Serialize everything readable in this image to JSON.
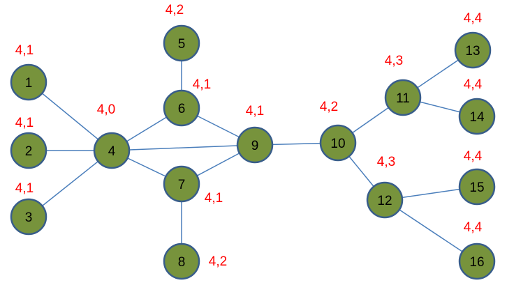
{
  "colors": {
    "node_fill": "#77933c",
    "node_stroke": "#385d8a",
    "edge": "#4a7ebb",
    "value_text": "#ff0000",
    "label_text": "#000000"
  },
  "graph": {
    "nodes": [
      {
        "id": "1",
        "label": "1",
        "value": "4,1"
      },
      {
        "id": "2",
        "label": "2",
        "value": "4,1"
      },
      {
        "id": "3",
        "label": "3",
        "value": "4,1"
      },
      {
        "id": "4",
        "label": "4",
        "value": "4,0"
      },
      {
        "id": "5",
        "label": "5",
        "value": "4,2"
      },
      {
        "id": "6",
        "label": "6",
        "value": "4,1"
      },
      {
        "id": "7",
        "label": "7",
        "value": "4,1"
      },
      {
        "id": "8",
        "label": "8",
        "value": "4,2"
      },
      {
        "id": "9",
        "label": "9",
        "value": "4,1"
      },
      {
        "id": "10",
        "label": "10",
        "value": "4,2"
      },
      {
        "id": "11",
        "label": "11",
        "value": "4,3"
      },
      {
        "id": "12",
        "label": "12",
        "value": "4,3"
      },
      {
        "id": "13",
        "label": "13",
        "value": "4,4"
      },
      {
        "id": "14",
        "label": "14",
        "value": "4,4"
      },
      {
        "id": "15",
        "label": "15",
        "value": "4,4"
      },
      {
        "id": "16",
        "label": "16",
        "value": "4,4"
      }
    ],
    "edges": [
      [
        "1",
        "4"
      ],
      [
        "2",
        "4"
      ],
      [
        "3",
        "4"
      ],
      [
        "4",
        "6"
      ],
      [
        "4",
        "7"
      ],
      [
        "4",
        "9"
      ],
      [
        "5",
        "6"
      ],
      [
        "6",
        "9"
      ],
      [
        "7",
        "9"
      ],
      [
        "7",
        "8"
      ],
      [
        "9",
        "10"
      ],
      [
        "10",
        "11"
      ],
      [
        "10",
        "12"
      ],
      [
        "11",
        "13"
      ],
      [
        "11",
        "14"
      ],
      [
        "12",
        "15"
      ],
      [
        "12",
        "16"
      ]
    ]
  }
}
